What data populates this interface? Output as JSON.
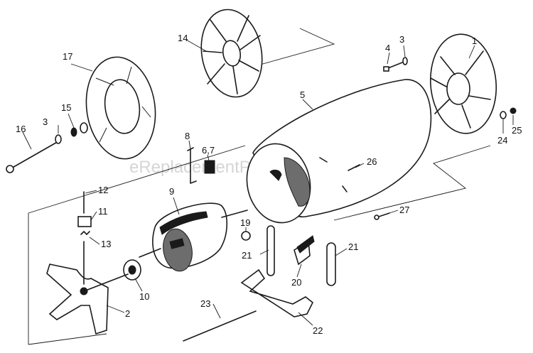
{
  "diagram": {
    "watermark": "eReplacementParts.com",
    "callouts": [
      {
        "id": "c1",
        "text": "1"
      },
      {
        "id": "c2",
        "text": "2"
      },
      {
        "id": "c3a",
        "text": "3"
      },
      {
        "id": "c3b",
        "text": "3"
      },
      {
        "id": "c4",
        "text": "4"
      },
      {
        "id": "c5",
        "text": "5"
      },
      {
        "id": "c67",
        "text": "6,7"
      },
      {
        "id": "c8",
        "text": "8"
      },
      {
        "id": "c9",
        "text": "9"
      },
      {
        "id": "c10",
        "text": "10"
      },
      {
        "id": "c11",
        "text": "11"
      },
      {
        "id": "c12",
        "text": "12"
      },
      {
        "id": "c13",
        "text": "13"
      },
      {
        "id": "c14",
        "text": "14"
      },
      {
        "id": "c15",
        "text": "15"
      },
      {
        "id": "c16",
        "text": "16"
      },
      {
        "id": "c17",
        "text": "17"
      },
      {
        "id": "c19",
        "text": "19"
      },
      {
        "id": "c20",
        "text": "20"
      },
      {
        "id": "c21a",
        "text": "21"
      },
      {
        "id": "c21b",
        "text": "21"
      },
      {
        "id": "c22",
        "text": "22"
      },
      {
        "id": "c23",
        "text": "23"
      },
      {
        "id": "c24",
        "text": "24"
      },
      {
        "id": "c25",
        "text": "25"
      },
      {
        "id": "c26",
        "text": "26"
      },
      {
        "id": "c27",
        "text": "27"
      }
    ]
  }
}
